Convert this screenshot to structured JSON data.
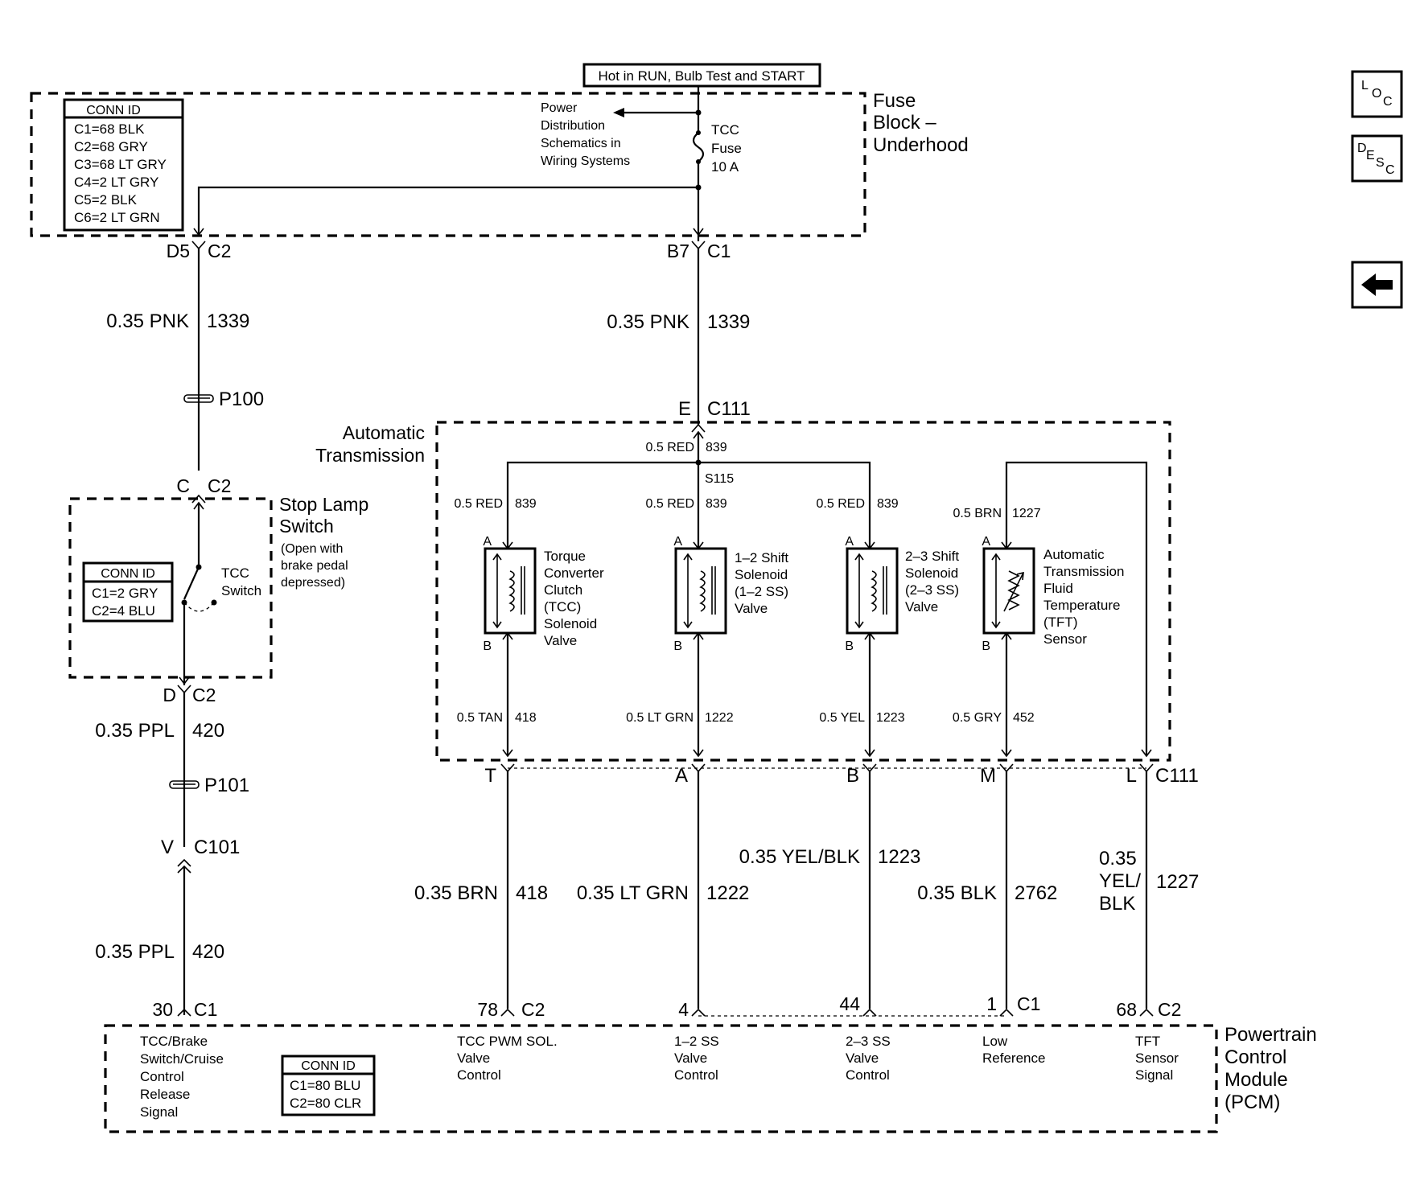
{
  "header_label": "Hot in RUN, Bulb Test and START",
  "fuse_block": {
    "title_line1": "Fuse",
    "title_line2": "Block –",
    "title_line3": "Underhood",
    "conn_id": {
      "title": "CONN ID",
      "rows": [
        "C1=68 BLK",
        "C2=68 GRY",
        "C3=68 LT GRY",
        "C4=2 LT GRY",
        "C5=2 BLK",
        "C6=2 LT GRN"
      ]
    },
    "power_ref": [
      "Power",
      "Distribution",
      "Schematics in",
      "Wiring Systems"
    ],
    "fuse": [
      "TCC",
      "Fuse",
      "10 A"
    ]
  },
  "connectors": {
    "d5": "D5",
    "c2_a": "C2",
    "b7": "B7",
    "c1_a": "C1",
    "e": "E",
    "c111_top": "C111",
    "c_sw": "C",
    "c2_sw_top": "C2",
    "d_sw": "D",
    "c2_sw_bot": "C2",
    "v": "V",
    "c101": "C101",
    "t": "T",
    "a": "A",
    "b": "B",
    "m": "M",
    "l": "L",
    "c111_bot": "C111",
    "pin30": "30",
    "c1_pcm_a": "C1",
    "pin78": "78",
    "c2_pcm_a": "C2",
    "pin4": "4",
    "pin44": "44",
    "pin1": "1",
    "c1_pcm_b": "C1",
    "pin68": "68",
    "c2_pcm_b": "C2"
  },
  "splices": {
    "p100": "P100",
    "p101": "P101",
    "s115": "S115"
  },
  "wires": {
    "left_upper": {
      "size": "0.35 PNK",
      "circuit": "1339"
    },
    "center_upper": {
      "size": "0.35 PNK",
      "circuit": "1339"
    },
    "left_mid": {
      "size": "0.35 PPL",
      "circuit": "420"
    },
    "left_low": {
      "size": "0.35 PPL",
      "circuit": "420"
    },
    "trans_main": {
      "size": "0.5 RED",
      "circuit": "839"
    },
    "tcc_in": {
      "size": "0.5 RED",
      "circuit": "839"
    },
    "ss12_in": {
      "size": "0.5 RED",
      "circuit": "839"
    },
    "ss23_in": {
      "size": "0.5 RED",
      "circuit": "839"
    },
    "tft_in": {
      "size": "0.5 BRN",
      "circuit": "1227"
    },
    "tcc_out": {
      "size": "0.5 TAN",
      "circuit": "418"
    },
    "ss12_out": {
      "size": "0.5 LT GRN",
      "circuit": "1222"
    },
    "ss23_out": {
      "size": "0.5 YEL",
      "circuit": "1223"
    },
    "tft_out": {
      "size": "0.5 GRY",
      "circuit": "452"
    },
    "pcm_tcc": {
      "size": "0.35 BRN",
      "circuit": "418"
    },
    "pcm_ss12": {
      "size": "0.35 LT GRN",
      "circuit": "1222"
    },
    "pcm_ss23": {
      "size": "0.35 YEL/BLK",
      "circuit": "1223"
    },
    "pcm_low": {
      "size": "0.35 BLK",
      "circuit": "2762"
    },
    "pcm_tft": {
      "size_lines": [
        "0.35",
        "YEL/",
        "BLK"
      ],
      "circuit": "1227"
    }
  },
  "automatic_transmission": {
    "title_line1": "Automatic",
    "title_line2": "Transmission",
    "components": [
      {
        "id": "tcc",
        "pin_top": "A",
        "pin_bottom": "B",
        "lines": [
          "Torque",
          "Converter",
          "Clutch",
          "(TCC)",
          "Solenoid",
          "Valve"
        ]
      },
      {
        "id": "ss12",
        "pin_top": "A",
        "pin_bottom": "B",
        "lines": [
          "1–2 Shift",
          "Solenoid",
          "(1–2 SS)",
          "Valve"
        ]
      },
      {
        "id": "ss23",
        "pin_top": "A",
        "pin_bottom": "B",
        "lines": [
          "2–3 Shift",
          "Solenoid",
          "(2–3 SS)",
          "Valve"
        ]
      },
      {
        "id": "tft",
        "pin_top": "A",
        "pin_bottom": "B",
        "lines": [
          "Automatic",
          "Transmission",
          "Fluid",
          "Temperature",
          "(TFT)",
          "Sensor"
        ]
      }
    ]
  },
  "stop_lamp_switch": {
    "title_line1": "Stop Lamp",
    "title_line2": "Switch",
    "note": [
      "(Open with",
      "brake pedal",
      "depressed)"
    ],
    "conn_id": {
      "title": "CONN ID",
      "rows": [
        "C1=2 GRY",
        "C2=4 BLU"
      ]
    },
    "switch_label": [
      "TCC",
      "Switch"
    ]
  },
  "pcm": {
    "title": [
      "Powertrain",
      "Control",
      "Module",
      "(PCM)"
    ],
    "conn_id": {
      "title": "CONN ID",
      "rows": [
        "C1=80 BLU",
        "C2=80 CLR"
      ]
    },
    "functions": [
      {
        "id": "brake",
        "lines": [
          "TCC/Brake",
          "Switch/Cruise",
          "Control",
          "Release",
          "Signal"
        ]
      },
      {
        "id": "tcc",
        "lines": [
          "TCC PWM SOL.",
          "Valve",
          "Control"
        ]
      },
      {
        "id": "ss12",
        "lines": [
          "1–2 SS",
          "Valve",
          "Control"
        ]
      },
      {
        "id": "ss23",
        "lines": [
          "2–3 SS",
          "Valve",
          "Control"
        ]
      },
      {
        "id": "low",
        "lines": [
          "Low",
          "Reference"
        ]
      },
      {
        "id": "tft",
        "lines": [
          "TFT",
          "Sensor",
          "Signal"
        ]
      }
    ]
  },
  "nav": {
    "loc": [
      "L",
      "O",
      "C"
    ],
    "desc": [
      "D",
      "E",
      "S",
      "C"
    ],
    "back_icon": "arrow-left-icon"
  }
}
